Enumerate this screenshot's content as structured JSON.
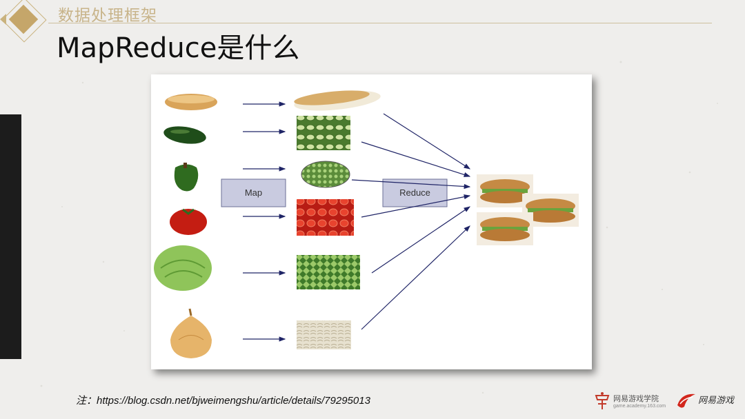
{
  "header": {
    "subtitle": "数据处理框架",
    "title": "MapReduce是什么"
  },
  "diagram": {
    "map_label": "Map",
    "reduce_label": "Reduce",
    "inputs": [
      "bread",
      "cucumber",
      "pepper",
      "tomato",
      "lettuce",
      "onion"
    ],
    "arrow_color": "#1f2466",
    "box_fill": "#c9cbe0",
    "box_stroke": "#6b6f96"
  },
  "footer": {
    "note": "注：https://blog.csdn.net/bjweimengshu/article/details/79295013",
    "logo1_name": "网易游戏学院",
    "logo1_url": "game.academy.163.com",
    "logo2_name": "网易游戏"
  },
  "colors": {
    "accent_gold": "#c5a66a",
    "background": "#efeeec",
    "left_bar": "#1c1c1c"
  }
}
